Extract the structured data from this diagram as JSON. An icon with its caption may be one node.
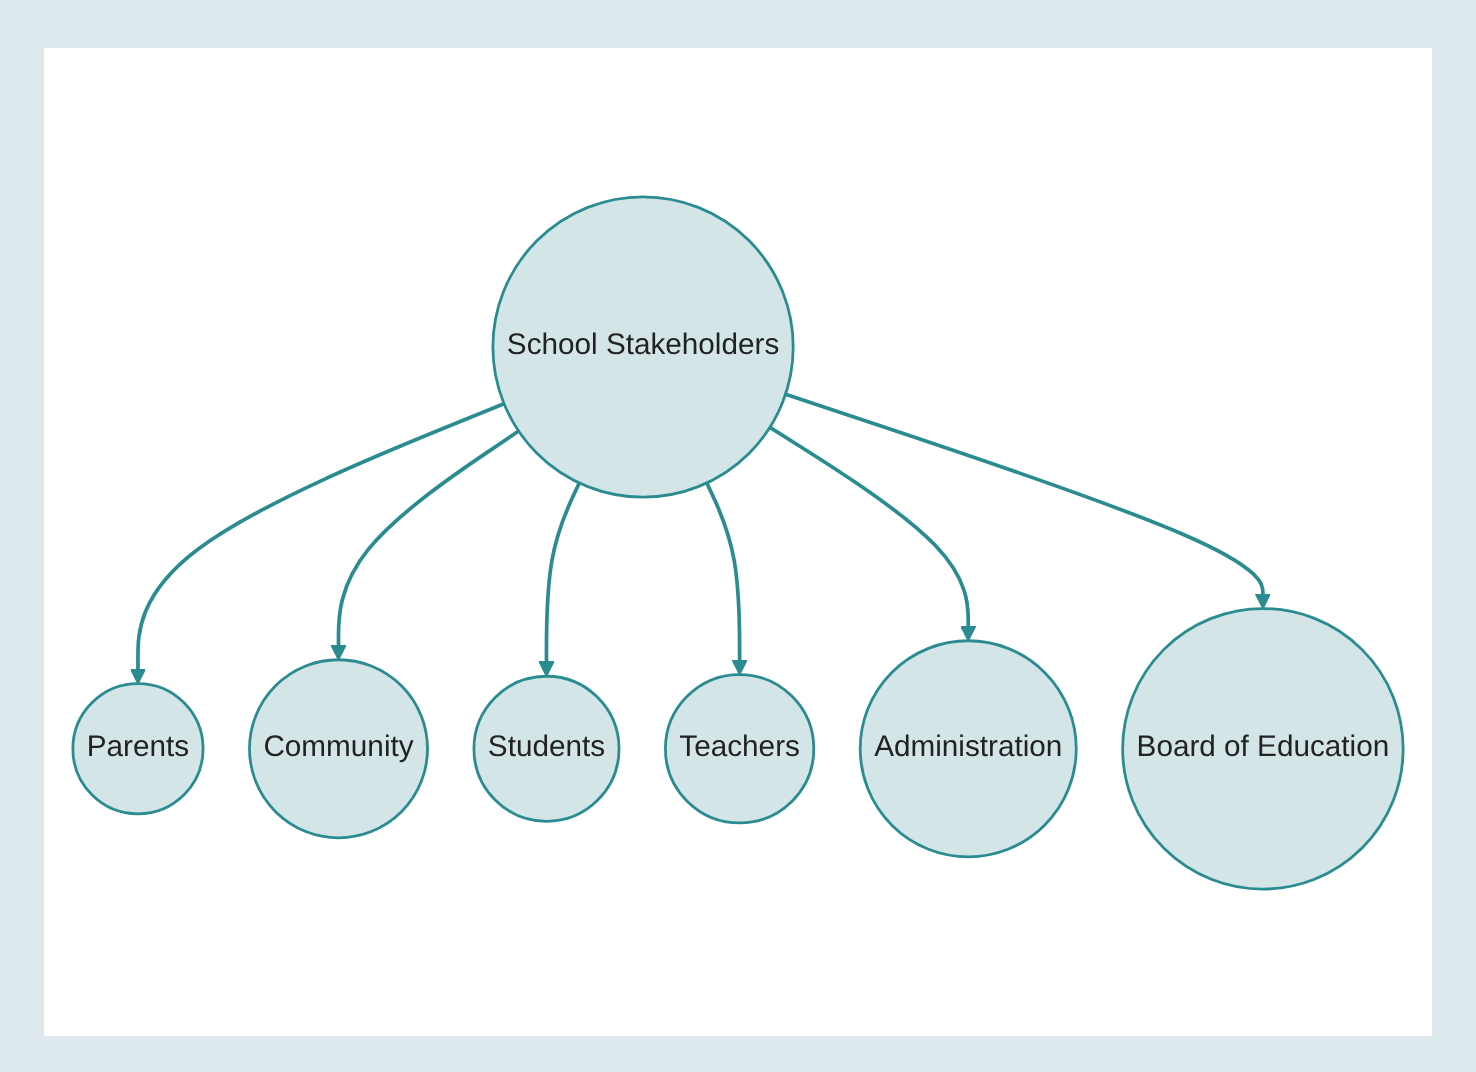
{
  "diagram": {
    "nodes": [
      {
        "text": [
          "School Stakeholders"
        ]
      },
      {
        "text": [
          "Parents"
        ]
      },
      {
        "text": [
          "Community"
        ]
      },
      {
        "text": [
          "Students"
        ]
      },
      {
        "text": [
          "Teachers"
        ]
      },
      {
        "text": [
          "Administration"
        ]
      },
      {
        "text": [
          "Board of Education"
        ]
      }
    ],
    "edges": [
      {
        "from": 0,
        "to": 1,
        "arrow": "to"
      },
      {
        "from": 0,
        "to": 2,
        "arrow": "to"
      },
      {
        "from": 0,
        "to": 3,
        "arrow": "to"
      },
      {
        "from": 0,
        "to": 4,
        "arrow": "to"
      },
      {
        "from": 0,
        "to": 5,
        "arrow": "to"
      },
      {
        "from": 0,
        "to": 6,
        "arrow": "to"
      }
    ]
  }
}
